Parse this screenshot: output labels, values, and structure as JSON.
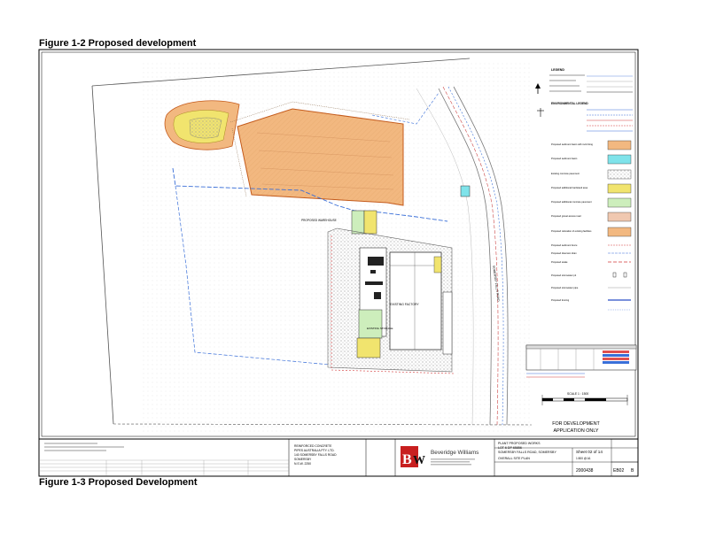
{
  "figure_top": "Figure 1-2 Proposed development",
  "figure_bottom": "Figure 1-3 Proposed Development",
  "legend": {
    "title": "LEGEND",
    "environmental_title": "ENVIRONMENTAL LEGEND",
    "items": [
      "Proposed sediment basin with rock lining",
      "Proposed sediment basin",
      "Existing concrete pavement",
      "Proposed additional hardstand area",
      "Proposed additional concrete pavement",
      "Proposed gravel access road",
      "Proposed relocation of existing facilities",
      "Proposed sediment fence",
      "Proposed diversion drain",
      "Proposed swale",
      "Proposed stormwater pit",
      "Proposed stormwater pipe",
      "Proposed fencing"
    ]
  },
  "plan_labels": {
    "factory": "EXISTING FACTORY",
    "proposed_building": "PROPOSED WAREHOUSE",
    "existing_storage": "EXISTING STORAGE",
    "road": "SOMERSBY FALLS ROAD"
  },
  "stamp": {
    "line1": "FOR DEVELOPMENT",
    "line2": "APPLICATION ONLY"
  },
  "scale": {
    "label": "SCALE 1 : 1500"
  },
  "title_block": {
    "client_line1": "REINFORCED CONCRETE",
    "client_line2": "PIPES AUSTRALIA PTY. LTD.",
    "client_line3": "140 SOMERSBY FALLS ROAD",
    "client_line4": "SOMERSBY",
    "client_line5": "N.S.W. 2250",
    "company": "Beveridge Williams",
    "project_line1": "PLANT PROPOSED WORKS",
    "project_line2": "LOT 6 DP 65856",
    "project_line3": "SOMERSBY FALLS ROAD, SOMERSBY",
    "drawing_title": "OVERALL SITE PLAN",
    "sheet": "Sheet 02 of 14",
    "job_no": "2000438",
    "drawing_no": "EB02",
    "revision": "B",
    "scale": "1:500 @ A1"
  },
  "colors": {
    "orange_fill": "#f2b880",
    "orange_stroke": "#c45a1b",
    "yellow_fill": "#f1e46e",
    "green_fill": "#cdeebc",
    "cyan_fill": "#7fe3ea",
    "blue_line": "#3a6fd8",
    "red_line": "#d43a3a",
    "grey_hatch": "#bbbbbb"
  }
}
